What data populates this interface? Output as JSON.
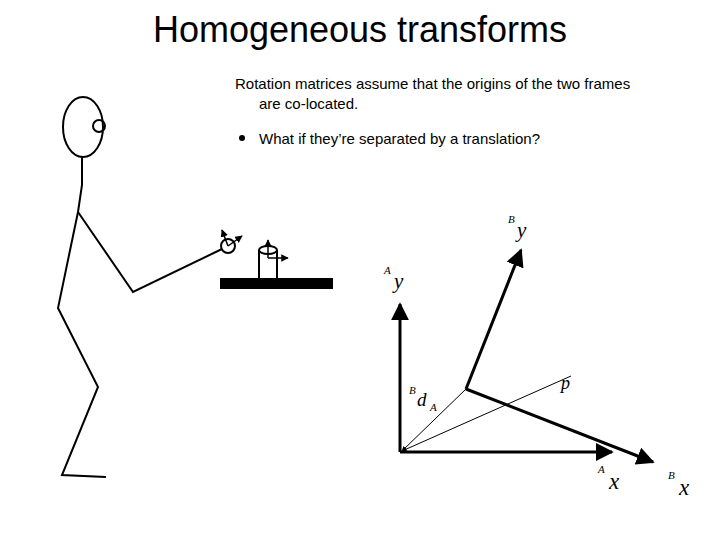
{
  "diagram": {
    "title": "Homogeneous transforms",
    "labels": [
      "Rotation matrices assume that the origins of the two frames are co-located.",
      "What if they’re separated by a translation?",
      "B",
      "y",
      "A",
      "y",
      "B",
      "d",
      "A",
      "p",
      "A",
      "x",
      "B",
      "x"
    ]
  }
}
